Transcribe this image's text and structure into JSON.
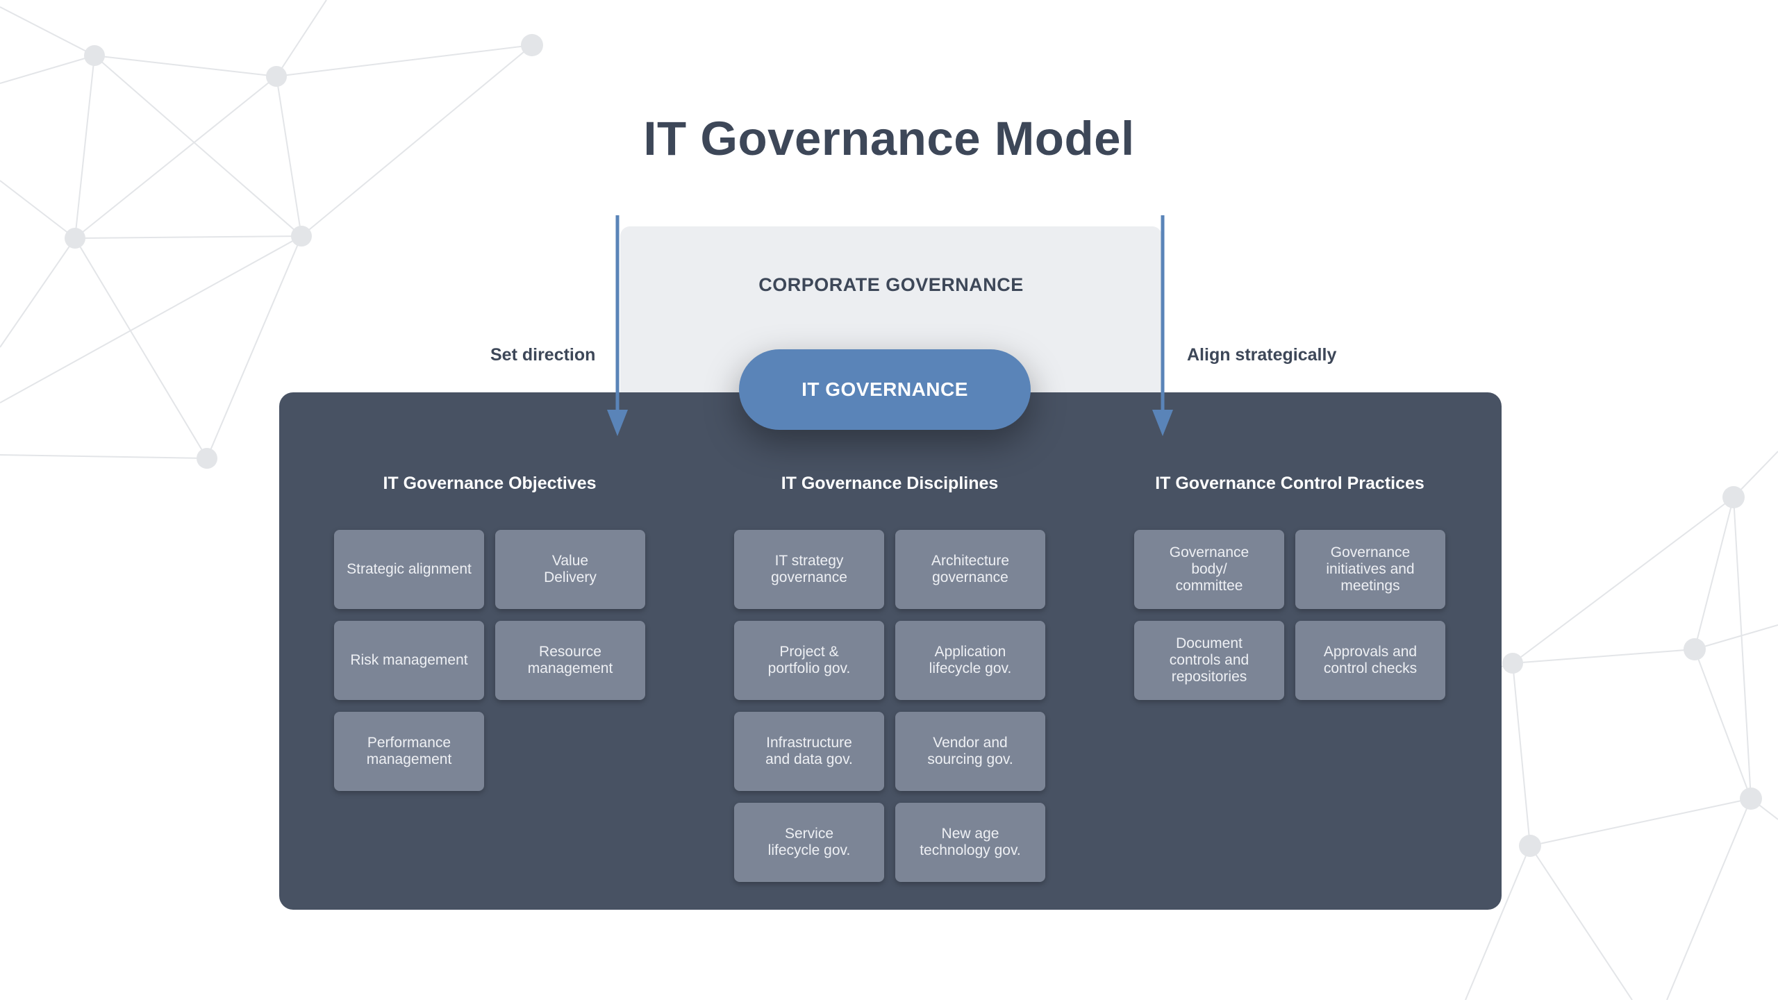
{
  "title": "IT Governance Model",
  "corporate_governance": "CORPORATE GOVERNANCE",
  "it_governance": "IT GOVERNANCE",
  "labels": {
    "set_direction": "Set direction",
    "align_strategically": "Align strategically"
  },
  "columns": [
    {
      "title": "IT Governance Objectives",
      "items": [
        "Strategic alignment",
        "Value\nDelivery",
        "Risk management",
        "Resource\nmanagement",
        "Performance\nmanagement"
      ]
    },
    {
      "title": "IT Governance Disciplines",
      "items": [
        "IT strategy\ngovernance",
        "Architecture\ngovernance",
        "Project &\nportfolio gov.",
        "Application\nlifecycle gov.",
        "Infrastructure\nand data gov.",
        "Vendor and\nsourcing gov.",
        "Service\nlifecycle gov.",
        "New age\ntechnology gov."
      ]
    },
    {
      "title": "IT Governance Control Practices",
      "items": [
        "Governance\nbody/\ncommittee",
        "Governance\ninitiatives and\nmeetings",
        "Document\ncontrols and\nrepositories",
        "Approvals and\ncontrol checks"
      ]
    }
  ],
  "colors": {
    "title": "#3d4758",
    "panel": "#485263",
    "pill": "#5a84b8",
    "tile": "#7c8596",
    "corporate_box": "#eceef1",
    "arrow": "#5a84b8"
  }
}
